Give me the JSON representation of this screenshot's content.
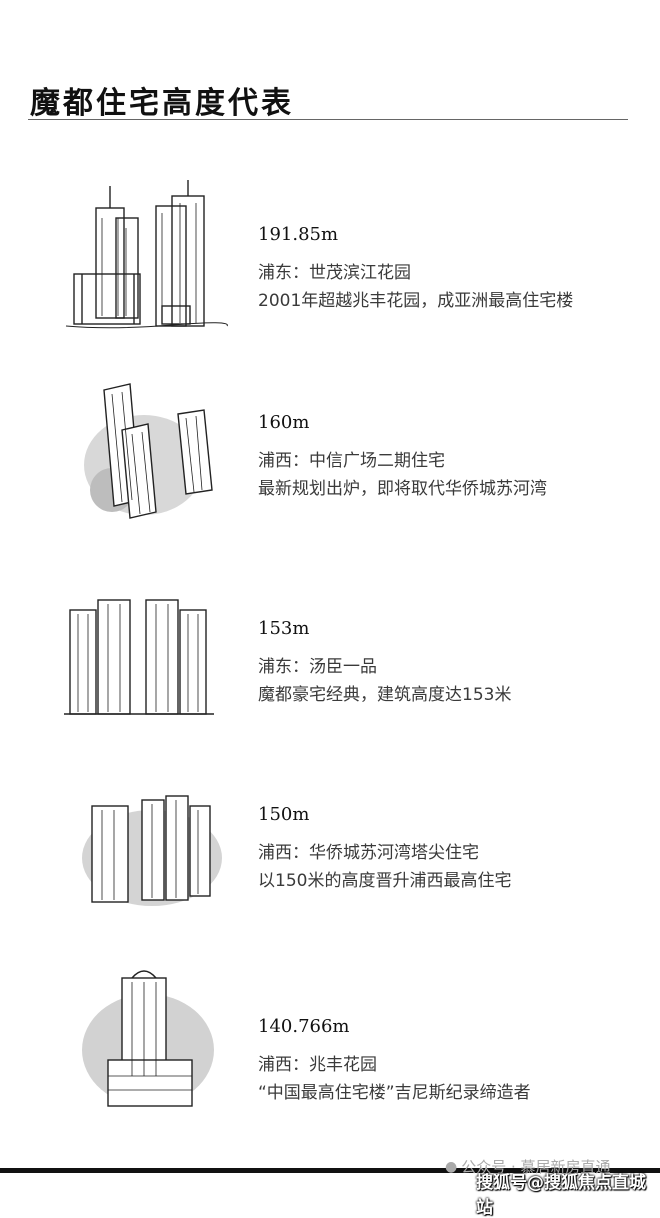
{
  "title": "魔都住宅高度代表",
  "entries": [
    {
      "height": "191.85m",
      "location": "浦东：世茂滨江花园",
      "note": "2001年超越兆丰花园，成亚洲最高住宅楼"
    },
    {
      "height": "160m",
      "location": "浦西：中信广场二期住宅",
      "note": "最新规划出炉，即将取代华侨城苏河湾"
    },
    {
      "height": "153m",
      "location": "浦东：汤臣一品",
      "note": "魔都豪宅经典，建筑高度达153米"
    },
    {
      "height": "150m",
      "location": "浦西：华侨城苏河湾塔尖住宅",
      "note": "以150米的高度晋升浦西最高住宅"
    },
    {
      "height": "140.766m",
      "location": "浦西：兆丰花园",
      "note": "“中国最高住宅楼”吉尼斯纪录缔造者"
    }
  ],
  "watermark": {
    "line1": "公众号 · 慕居新房直通",
    "line2": "搜狐号@搜狐焦点直城站"
  }
}
